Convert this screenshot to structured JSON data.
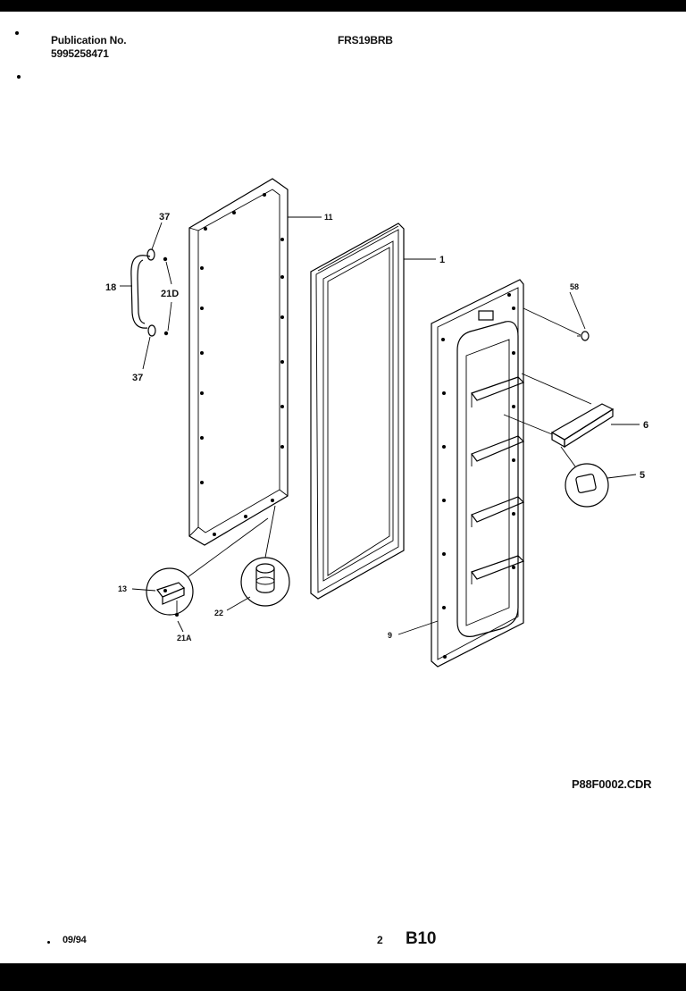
{
  "header": {
    "publication_label": "Publication No.",
    "publication_number": "5995258471",
    "model": "FRS19BRB"
  },
  "footer": {
    "file_name": "P88F0002.CDR",
    "date": "09/94",
    "page_number": "2",
    "section": "B10"
  },
  "callouts": {
    "handle_screw_top": "37",
    "handle": "18",
    "handle_plug": "21D",
    "handle_screw_bottom": "37",
    "outer_panel": "11",
    "gasket": "1",
    "screw": "58",
    "shelf_rail": "6",
    "cap": "5",
    "inner_door_liner": "9",
    "hinge_bracket": "13",
    "hinge_screw": "21A",
    "hinge_bushing": "22"
  }
}
